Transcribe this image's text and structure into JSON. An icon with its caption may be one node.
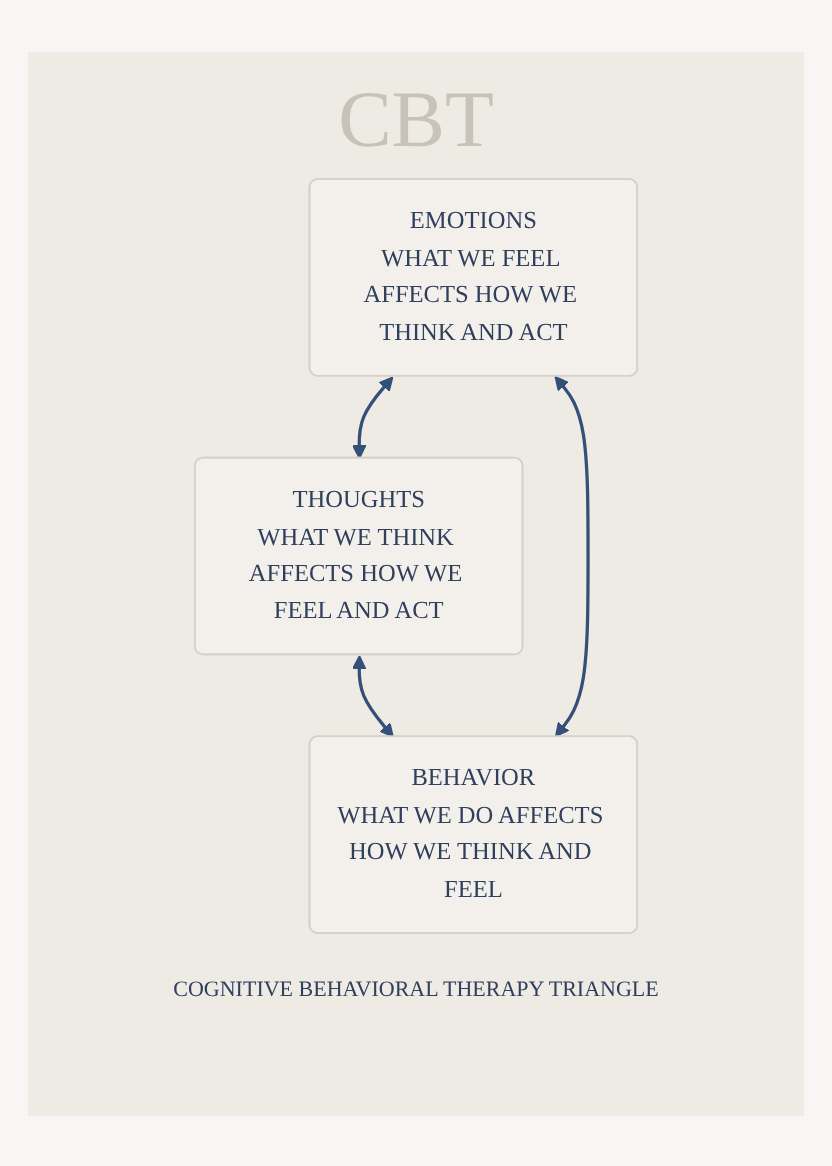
{
  "diagram": {
    "caption": "COGNITIVE BEHAVIORAL THERAPY TRIANGLE",
    "nodes": [
      {
        "text": [
          "EMOTIONS",
          "WHAT WE FEEL AFFECTS HOW WE THINK AND ACT"
        ]
      },
      {
        "text": [
          "THOUGHTS",
          "WHAT WE THINK AFFECTS HOW WE FEEL AND ACT"
        ]
      },
      {
        "text": [
          "BEHAVIOR",
          "WHAT WE DO AFFECTS HOW WE THINK AND FEEL"
        ]
      }
    ],
    "edges": [
      {
        "from": 0,
        "to": 1,
        "arrow": "both"
      },
      {
        "from": 1,
        "to": 2,
        "arrow": "both"
      },
      {
        "from": 2,
        "to": 0,
        "arrow": "both"
      }
    ],
    "labels": [
      "CBT"
    ]
  }
}
